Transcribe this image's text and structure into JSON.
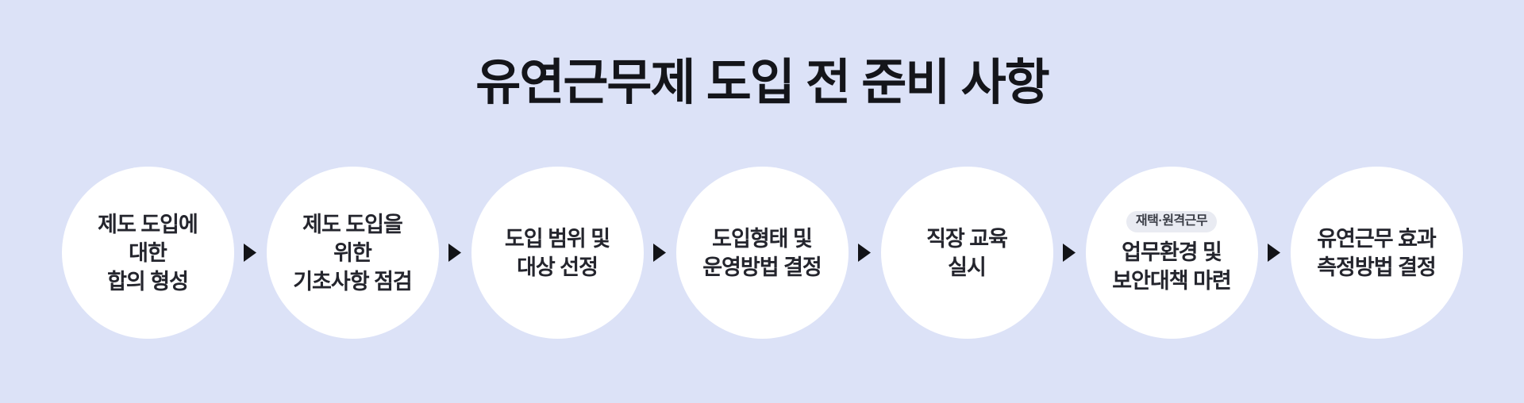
{
  "title": "유연근무제 도입 전 준비 사항",
  "colors": {
    "background": "#dce2f7",
    "circle": "#ffffff",
    "title_text": "#14151a",
    "step_text": "#24252d",
    "arrow": "#121317",
    "badge_bg": "#e9ebf2",
    "badge_text": "#3b3e47"
  },
  "icons": {
    "step_separator": "play-triangle-right"
  },
  "steps": [
    {
      "lines": [
        "제도 도입에",
        "대한",
        "합의 형성"
      ]
    },
    {
      "lines": [
        "제도 도입을",
        "위한",
        "기초사항 점검"
      ]
    },
    {
      "lines": [
        "도입 범위 및",
        "대상 선정"
      ]
    },
    {
      "lines": [
        "도입형태 및",
        "운영방법 결정"
      ]
    },
    {
      "lines": [
        "직장 교육",
        "실시"
      ]
    },
    {
      "badge": "재택·원격근무",
      "lines": [
        "업무환경 및",
        "보안대책 마련"
      ]
    },
    {
      "lines": [
        "유연근무 효과",
        "측정방법 결정"
      ]
    }
  ]
}
